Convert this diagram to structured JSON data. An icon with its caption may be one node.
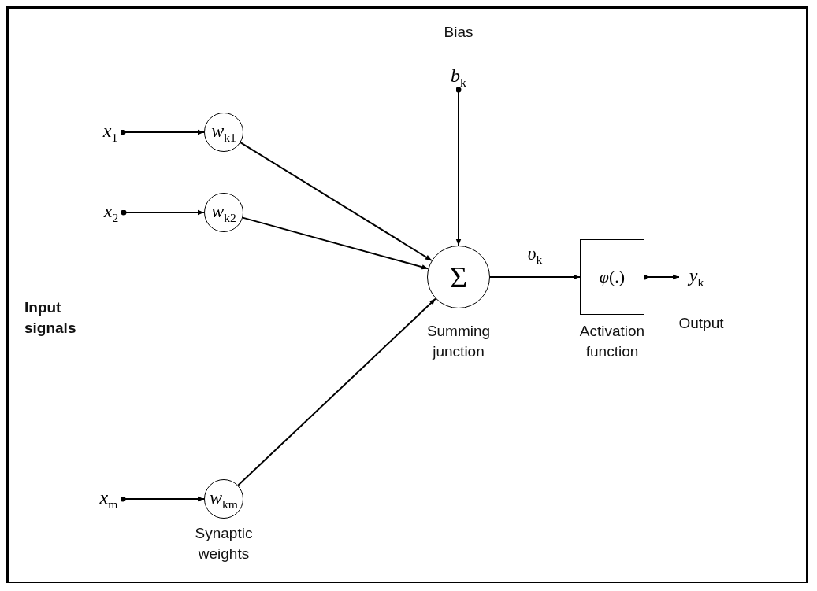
{
  "diagram": {
    "nodes": [
      {
        "text": [
          "*x*$_{1}$"
        ]
      },
      {
        "text": [
          "*x*$_{2}$"
        ]
      },
      {
        "text": [
          "*x*$_{m}$"
        ]
      },
      {
        "text": [
          "*w*$_{k1}$"
        ]
      },
      {
        "text": [
          "*w*$_{k2}$"
        ]
      },
      {
        "text": [
          "*w*$_{km}$"
        ],
        "beside": [
          "Synaptic weights"
        ]
      },
      {
        "text": [
          "*b*$_{k}$"
        ],
        "beside": [
          "Bias"
        ]
      },
      {
        "text": [
          "Σ"
        ],
        "beside": [
          "Summing junction"
        ]
      },
      {
        "text": [
          "*φ*(.)"
        ],
        "beside": [
          "Activation function"
        ]
      },
      {
        "text": [
          "*y*$_{k}$"
        ],
        "beside": [
          "Output"
        ]
      }
    ],
    "edges": [
      {
        "from": 0,
        "to": 3,
        "arrow": "to"
      },
      {
        "from": 1,
        "to": 4,
        "arrow": "to"
      },
      {
        "from": 2,
        "to": 5,
        "arrow": "to"
      },
      {
        "from": 3,
        "to": 7,
        "arrow": "to"
      },
      {
        "from": 4,
        "to": 7,
        "arrow": "to"
      },
      {
        "from": 5,
        "to": 7,
        "arrow": "to"
      },
      {
        "from": 6,
        "to": 7,
        "arrow": "to"
      },
      {
        "from": 7,
        "to": 8,
        "arrow": "to",
        "label": "*υ*$_{k}$"
      },
      {
        "from": 8,
        "to": 9,
        "arrow": "to"
      }
    ],
    "labels": [
      "Input signals"
    ]
  }
}
